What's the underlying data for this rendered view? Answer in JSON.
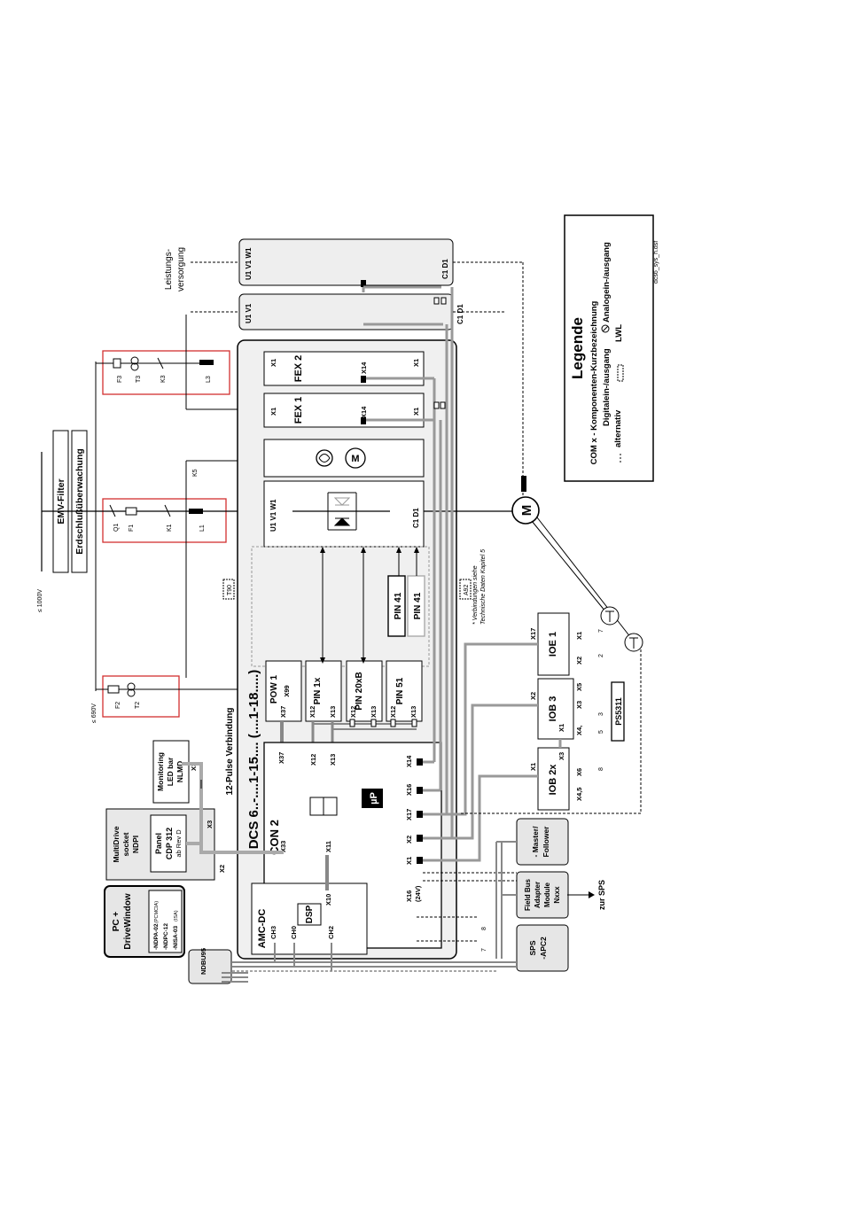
{
  "title": "DCS 6..-....1-15.... (....1-18.....)",
  "twelve_pulse": "12-Pulse Verbindung",
  "supply": {
    "v_main": "≤ 1000V",
    "v_aux": "≤ 690V",
    "emv": "EMV-Filter",
    "earth": "Erdschlußüberwachung",
    "leistung_1": "Leistungs-",
    "leistung_2": "versorgung",
    "q1": "Q1",
    "f1": "F1",
    "k1": "K1",
    "l1": "L1",
    "f2": "F2",
    "t2": "T2",
    "f3": "F3",
    "t3": "T3",
    "k3": "K3",
    "l3": "L3",
    "k5": "K5",
    "t90": "T90",
    "a92": "A92"
  },
  "power_section": {
    "conv_terms": "U1  V1  W1",
    "conv_out": "C1   D1",
    "conv2_terms": "U1 V1",
    "conv2_out": "C1 D1",
    "conv3_terms": "U1 V1 W1",
    "conv3_out": "C1 D1",
    "fan_label": "M",
    "motor_label": "M"
  },
  "fex1": {
    "label": "FEX 1",
    "x1a": "X1",
    "x14": "X14",
    "x1b": "X1"
  },
  "fex2": {
    "label": "FEX 2",
    "x1a": "X1",
    "x14": "X14",
    "x1b": "X1"
  },
  "pin41a": "PIN 41",
  "pin41b": "PIN 41",
  "note_1": "* Verbindungen siehe",
  "note_2": "Technische Daten Kapitel 5",
  "pow1": {
    "label": "POW 1",
    "x99": "X99",
    "x37": "X37"
  },
  "pin1x": {
    "label": "PIN 1x",
    "x12": "X12",
    "x13": "X13"
  },
  "pin20": {
    "label": "PIN 20xB",
    "x12": "X12",
    "x13": "X13"
  },
  "pin51": {
    "label": "PIN 51",
    "x12": "X12",
    "x13": "X13"
  },
  "con2": {
    "label": "CON 2",
    "x37": "X37",
    "x12": "X12",
    "x13": "X13",
    "x14": "X14",
    "x16": "X16",
    "x17": "X17",
    "x2": "X2",
    "x1": "X1",
    "x16_24v_a": "X16",
    "x16_24v_b": "(24V)",
    "x11": "X11",
    "x33": "X33",
    "up": "µP"
  },
  "amcdc": {
    "label": "AMC-DC",
    "ch3": "CH3",
    "ch0": "CH0",
    "ch2": "CH2",
    "dsp": "DSP",
    "x10": "X10"
  },
  "io": {
    "ioe1": "IOE 1",
    "ioe1_x17": "X17",
    "ioe1_x1": "X1",
    "ioe1_x2": "X2",
    "iob3": "IOB 3",
    "iob3_x2": "X2",
    "iob3_x3": "X3",
    "iob3_x5": "X5",
    "iob3_x1": "X1",
    "iob3_x4": "X4,",
    "iob2": "IOB 2x",
    "iob2_x1": "X1",
    "iob2_x3": "X3",
    "iob2_x6": "X6",
    "iob2_x45": "X4,5",
    "ps": "PS5311",
    "dig7": "7",
    "dig2": "2",
    "dig3": "3",
    "dig5": "5",
    "dig8": "8"
  },
  "monitoring": {
    "l1": "Monitoring",
    "l2": "LED bar",
    "l3": "NLMD",
    "x3": "X3"
  },
  "multidrive": {
    "l1": "MultiDrive",
    "l2": "socket",
    "l3": "NDPI",
    "panel": "Panel",
    "cdp": "CDP 312",
    "rev": "ab Rev D",
    "x2": "X2",
    "x3": "X3"
  },
  "pc": {
    "l1": "PC +",
    "l2": "DriveWindow",
    "o1": "-NDPA-02",
    "o1s": "(PCMCIA)",
    "o2": "-NDPC-12",
    "o3": "-NISA-03",
    "o3s": "(ISA)",
    "ndbu": "NDBU95"
  },
  "ext": {
    "mf1": "- Master/",
    "mf2": "Follower",
    "fb1": "Field Bus",
    "fb2": "Adapter",
    "fb3": "Module",
    "fb4": "Nxxx",
    "zur": "zur SPS",
    "sps1": "SPS",
    "sps2": "-APC2"
  },
  "legend": {
    "title": "Legende",
    "com": "COM x - Komponenten-Kurzbezeichnung",
    "dig": "Digitalein-/ausgang",
    "ana": "Analogein-/ausgang",
    "alt": "alternativ",
    "lwl": "LWL"
  },
  "file_ref": "dcs6_sys_h.dsf"
}
